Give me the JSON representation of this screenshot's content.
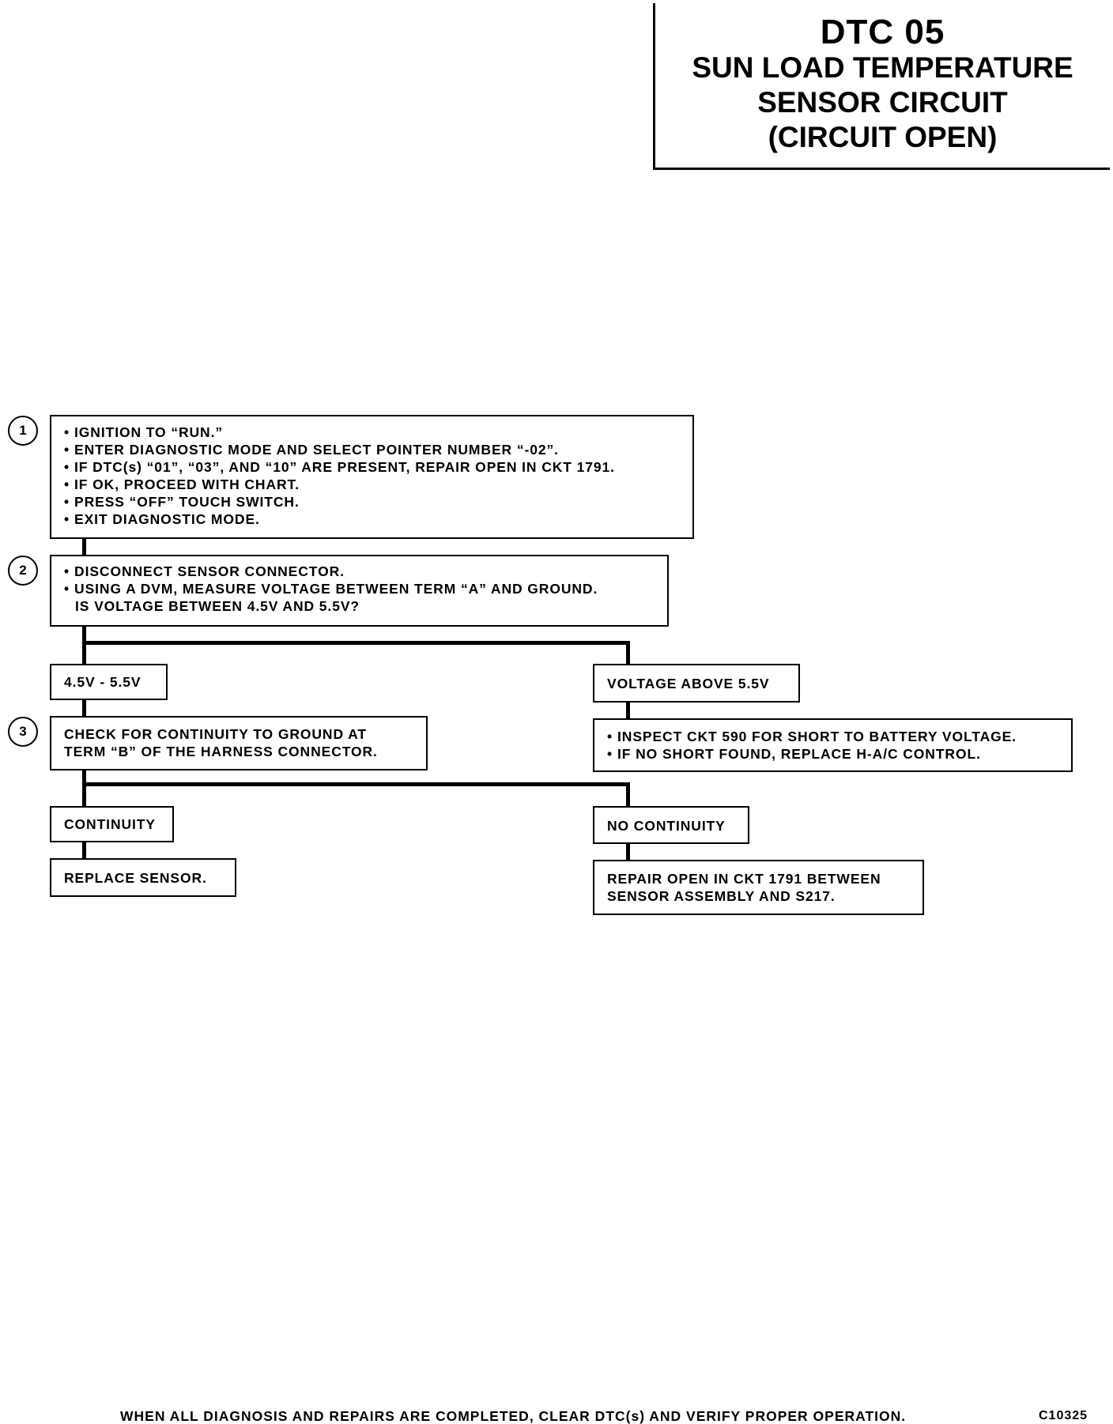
{
  "title": {
    "code": "DTC 05",
    "line1": "SUN LOAD TEMPERATURE",
    "line2": "SENSOR CIRCUIT",
    "line3": "(CIRCUIT OPEN)"
  },
  "steps": {
    "step1": {
      "number": "1",
      "lines": [
        "IGNITION TO “RUN.”",
        "ENTER DIAGNOSTIC MODE AND SELECT POINTER NUMBER “-02”.",
        "IF DTC(s) “01”, “03”, AND “10” ARE PRESENT, REPAIR OPEN IN CKT 1791.",
        "IF OK, PROCEED WITH CHART.",
        "PRESS “OFF” TOUCH SWITCH.",
        "EXIT DIAGNOSTIC MODE."
      ]
    },
    "step2": {
      "number": "2",
      "lines": [
        "DISCONNECT SENSOR CONNECTOR.",
        "USING A DVM, MEASURE VOLTAGE BETWEEN TERM “A” AND GROUND.",
        "IS VOLTAGE BETWEEN 4.5V AND 5.5V?"
      ]
    },
    "step3": {
      "number": "3",
      "lines": [
        "CHECK FOR CONTINUITY TO GROUND AT",
        "TERM “B” OF THE HARNESS CONNECTOR."
      ]
    }
  },
  "branches": {
    "in_range": "4.5V - 5.5V",
    "above": "VOLTAGE ABOVE 5.5V",
    "above_action": [
      "INSPECT CKT 590 FOR SHORT TO BATTERY VOLTAGE.",
      "IF NO SHORT FOUND, REPLACE H-A/C CONTROL."
    ],
    "continuity": "CONTINUITY",
    "continuity_action": "REPLACE SENSOR.",
    "no_continuity": "NO CONTINUITY",
    "no_continuity_action": [
      "REPAIR OPEN IN CKT 1791 BETWEEN",
      "SENSOR ASSEMBLY AND S217."
    ]
  },
  "footer": {
    "note": "WHEN ALL DIAGNOSIS AND REPAIRS ARE COMPLETED, CLEAR DTC(s) AND VERIFY PROPER OPERATION.",
    "figure_code": "C10325"
  }
}
